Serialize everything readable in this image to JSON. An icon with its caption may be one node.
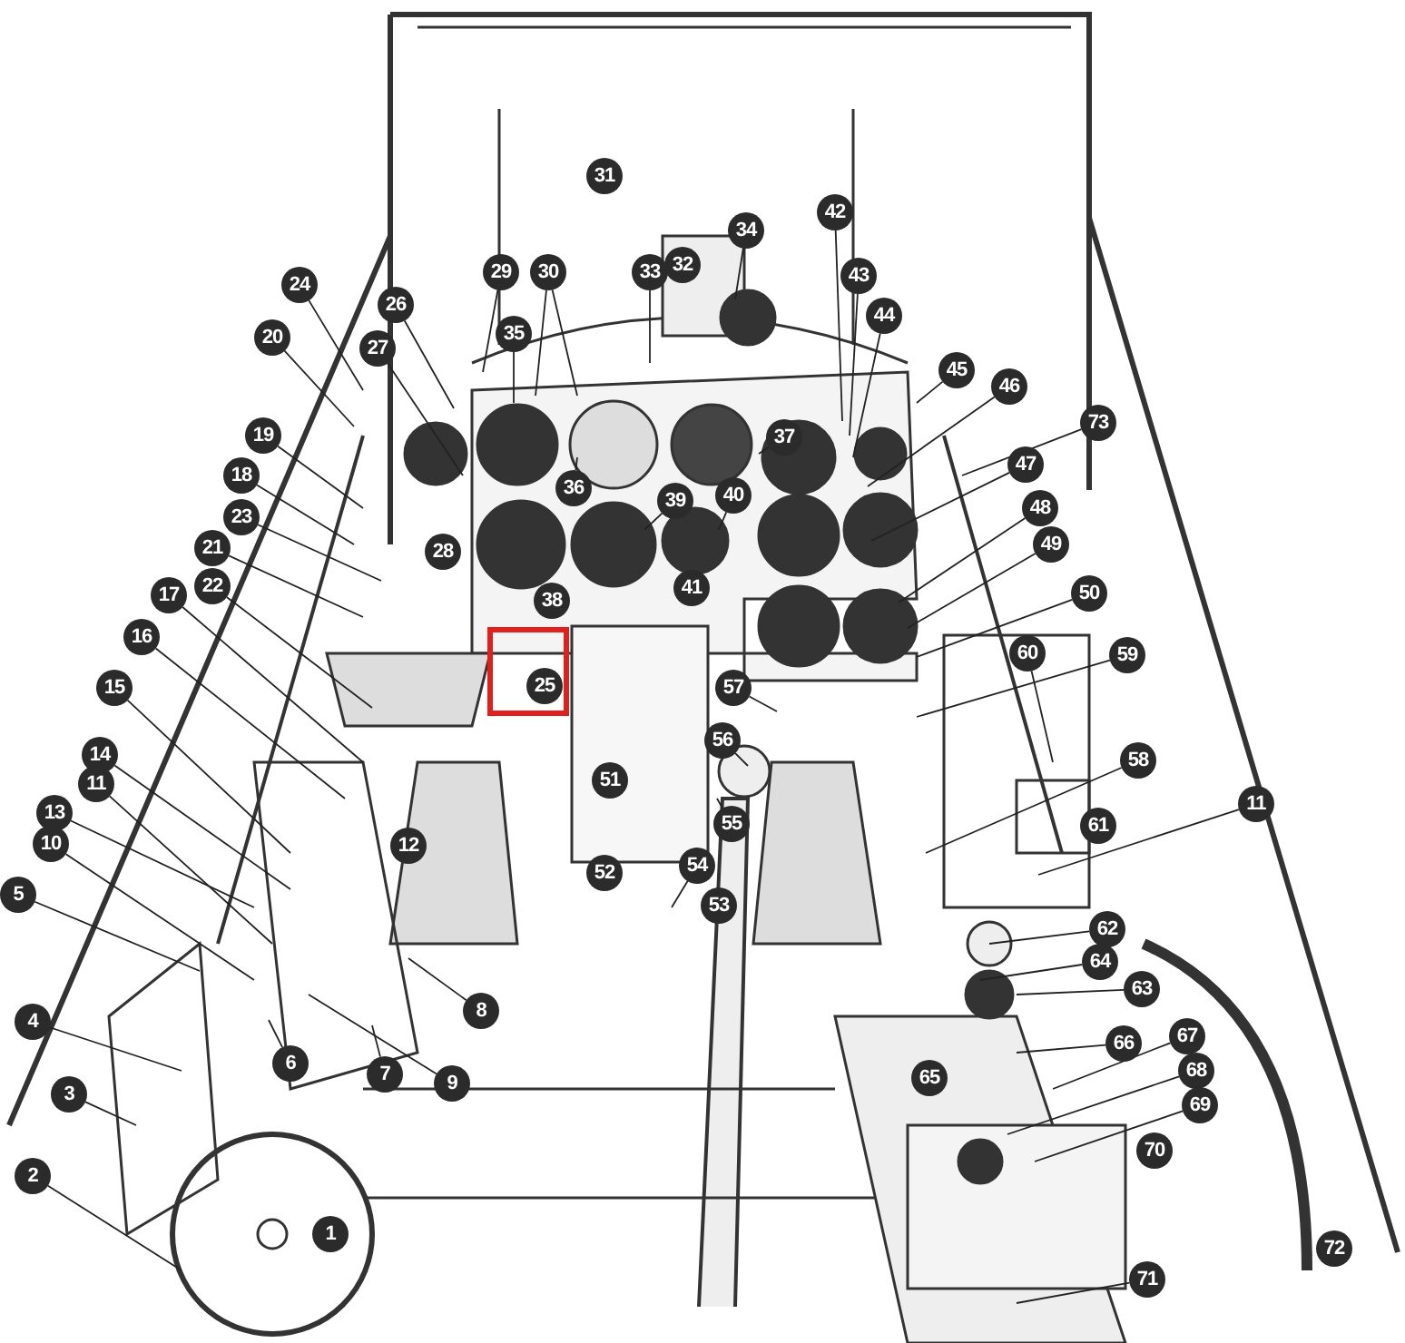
{
  "diagram": {
    "nodes": [
      {
        "text": [
          "1"
        ]
      },
      {
        "text": [
          "2"
        ]
      },
      {
        "text": [
          "3"
        ]
      },
      {
        "text": [
          "4"
        ]
      },
      {
        "text": [
          "5"
        ]
      },
      {
        "text": [
          "6"
        ]
      },
      {
        "text": [
          "7"
        ]
      },
      {
        "text": [
          "8"
        ]
      },
      {
        "text": [
          "9"
        ]
      },
      {
        "text": [
          "10"
        ]
      },
      {
        "text": [
          "11"
        ]
      },
      {
        "text": [
          "11"
        ]
      },
      {
        "text": [
          "12"
        ]
      },
      {
        "text": [
          "13"
        ]
      },
      {
        "text": [
          "14"
        ]
      },
      {
        "text": [
          "15"
        ]
      },
      {
        "text": [
          "16"
        ]
      },
      {
        "text": [
          "17"
        ]
      },
      {
        "text": [
          "18"
        ]
      },
      {
        "text": [
          "19"
        ]
      },
      {
        "text": [
          "20"
        ]
      },
      {
        "text": [
          "21"
        ]
      },
      {
        "text": [
          "22"
        ]
      },
      {
        "text": [
          "23"
        ]
      },
      {
        "text": [
          "24"
        ]
      },
      {
        "text": [
          "25"
        ]
      },
      {
        "text": [
          "26"
        ]
      },
      {
        "text": [
          "27"
        ]
      },
      {
        "text": [
          "28"
        ]
      },
      {
        "text": [
          "29"
        ]
      },
      {
        "text": [
          "30"
        ]
      },
      {
        "text": [
          "31"
        ]
      },
      {
        "text": [
          "32"
        ]
      },
      {
        "text": [
          "33"
        ]
      },
      {
        "text": [
          "34"
        ]
      },
      {
        "text": [
          "35"
        ]
      },
      {
        "text": [
          "36"
        ]
      },
      {
        "text": [
          "37"
        ]
      },
      {
        "text": [
          "38"
        ]
      },
      {
        "text": [
          "39"
        ]
      },
      {
        "text": [
          "40"
        ]
      },
      {
        "text": [
          "41"
        ]
      },
      {
        "text": [
          "42"
        ]
      },
      {
        "text": [
          "43"
        ]
      },
      {
        "text": [
          "44"
        ]
      },
      {
        "text": [
          "45"
        ]
      },
      {
        "text": [
          "46"
        ]
      },
      {
        "text": [
          "47"
        ]
      },
      {
        "text": [
          "48"
        ]
      },
      {
        "text": [
          "49"
        ]
      },
      {
        "text": [
          "50"
        ]
      },
      {
        "text": [
          "51"
        ]
      },
      {
        "text": [
          "52"
        ]
      },
      {
        "text": [
          "53"
        ]
      },
      {
        "text": [
          "54"
        ]
      },
      {
        "text": [
          "55"
        ]
      },
      {
        "text": [
          "56"
        ]
      },
      {
        "text": [
          "57"
        ]
      },
      {
        "text": [
          "58"
        ]
      },
      {
        "text": [
          "59"
        ]
      },
      {
        "text": [
          "60"
        ]
      },
      {
        "text": [
          "61"
        ]
      },
      {
        "text": [
          "62"
        ]
      },
      {
        "text": [
          "63"
        ]
      },
      {
        "text": [
          "64"
        ]
      },
      {
        "text": [
          "65"
        ]
      },
      {
        "text": [
          "66"
        ]
      },
      {
        "text": [
          "67"
        ]
      },
      {
        "text": [
          "68"
        ]
      },
      {
        "text": [
          "69"
        ]
      },
      {
        "text": [
          "70"
        ]
      },
      {
        "text": [
          "71"
        ]
      },
      {
        "text": [
          "72"
        ]
      },
      {
        "text": [
          "73"
        ]
      }
    ],
    "edges": [
      {
        "from": 1,
        "to": null,
        "arrow": "none"
      },
      {
        "from": 2,
        "to": null,
        "arrow": "none"
      },
      {
        "from": 3,
        "to": null,
        "arrow": "none"
      },
      {
        "from": 4,
        "to": null,
        "arrow": "none"
      },
      {
        "from": 5,
        "to": null,
        "arrow": "none"
      },
      {
        "from": 6,
        "to": null,
        "arrow": "none"
      },
      {
        "from": 7,
        "to": null,
        "arrow": "none"
      },
      {
        "from": 8,
        "to": null,
        "arrow": "none"
      },
      {
        "from": 9,
        "to": null,
        "arrow": "none"
      },
      {
        "from": 10,
        "to": null,
        "arrow": "none"
      },
      {
        "from": 11,
        "to": null,
        "arrow": "none"
      },
      {
        "from": 13,
        "to": null,
        "arrow": "none"
      },
      {
        "from": 14,
        "to": null,
        "arrow": "none"
      },
      {
        "from": 15,
        "to": null,
        "arrow": "none"
      },
      {
        "from": 16,
        "to": null,
        "arrow": "none"
      },
      {
        "from": 17,
        "to": null,
        "arrow": "none"
      },
      {
        "from": 18,
        "to": null,
        "arrow": "none"
      },
      {
        "from": 19,
        "to": null,
        "arrow": "none"
      },
      {
        "from": 20,
        "to": null,
        "arrow": "none"
      },
      {
        "from": 21,
        "to": null,
        "arrow": "none"
      },
      {
        "from": 22,
        "to": null,
        "arrow": "none"
      },
      {
        "from": 23,
        "to": null,
        "arrow": "none"
      },
      {
        "from": 24,
        "to": null,
        "arrow": "none"
      },
      {
        "from": 26,
        "to": null,
        "arrow": "none"
      },
      {
        "from": 27,
        "to": null,
        "arrow": "none"
      },
      {
        "from": 29,
        "to": null,
        "arrow": "none"
      },
      {
        "from": 30,
        "to": null,
        "arrow": "none"
      },
      {
        "from": 30,
        "to": null,
        "arrow": "none"
      },
      {
        "from": 33,
        "to": null,
        "arrow": "none"
      },
      {
        "from": 34,
        "to": null,
        "arrow": "none"
      },
      {
        "from": 35,
        "to": null,
        "arrow": "none"
      },
      {
        "from": 36,
        "to": null,
        "arrow": "none"
      },
      {
        "from": 37,
        "to": null,
        "arrow": "none"
      },
      {
        "from": 39,
        "to": null,
        "arrow": "none"
      },
      {
        "from": 40,
        "to": null,
        "arrow": "none"
      },
      {
        "from": 42,
        "to": null,
        "arrow": "none"
      },
      {
        "from": 43,
        "to": null,
        "arrow": "none"
      },
      {
        "from": 44,
        "to": null,
        "arrow": "none"
      },
      {
        "from": 45,
        "to": null,
        "arrow": "none"
      },
      {
        "from": 46,
        "to": null,
        "arrow": "none"
      },
      {
        "from": 47,
        "to": null,
        "arrow": "none"
      },
      {
        "from": 48,
        "to": null,
        "arrow": "none"
      },
      {
        "from": 49,
        "to": null,
        "arrow": "none"
      },
      {
        "from": 50,
        "to": null,
        "arrow": "none"
      },
      {
        "from": 54,
        "to": null,
        "arrow": "none"
      },
      {
        "from": 55,
        "to": null,
        "arrow": "none"
      },
      {
        "from": 56,
        "to": null,
        "arrow": "none"
      },
      {
        "from": 57,
        "to": null,
        "arrow": "none"
      },
      {
        "from": 58,
        "to": null,
        "arrow": "none"
      },
      {
        "from": 59,
        "to": null,
        "arrow": "none"
      },
      {
        "from": 60,
        "to": null,
        "arrow": "none"
      },
      {
        "from": 62,
        "to": null,
        "arrow": "none"
      },
      {
        "from": 63,
        "to": null,
        "arrow": "none"
      },
      {
        "from": 64,
        "to": null,
        "arrow": "none"
      },
      {
        "from": 66,
        "to": null,
        "arrow": "none"
      },
      {
        "from": 67,
        "to": null,
        "arrow": "none"
      },
      {
        "from": 68,
        "to": null,
        "arrow": "none"
      },
      {
        "from": 69,
        "to": null,
        "arrow": "none"
      },
      {
        "from": 71,
        "to": null,
        "arrow": "none"
      },
      {
        "from": 73,
        "to": null,
        "arrow": "none"
      }
    ]
  }
}
